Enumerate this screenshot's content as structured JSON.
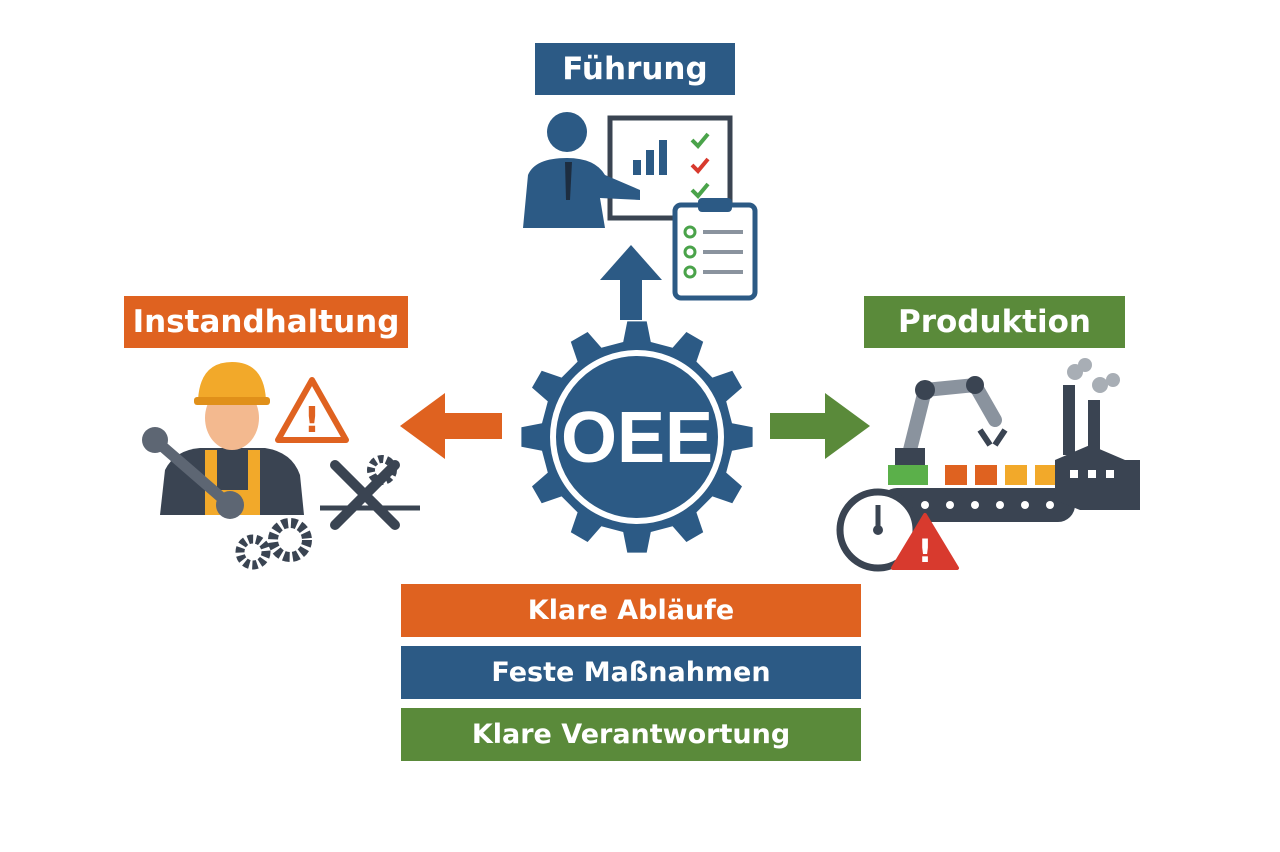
{
  "center": {
    "label": "OEE"
  },
  "roles": {
    "top": {
      "label": "Führung"
    },
    "left": {
      "label": "Instandhaltung"
    },
    "right": {
      "label": "Produktion"
    }
  },
  "principles": [
    {
      "label": "Klare Abläufe"
    },
    {
      "label": "Feste Maßnahmen"
    },
    {
      "label": "Klare Verantwortung"
    }
  ],
  "colors": {
    "blue": "#2c5a85",
    "orange": "#df6220",
    "green": "#5a8a3a",
    "dark": "#3a4452",
    "red": "#d83a2e",
    "yellow": "#f2a92a"
  }
}
